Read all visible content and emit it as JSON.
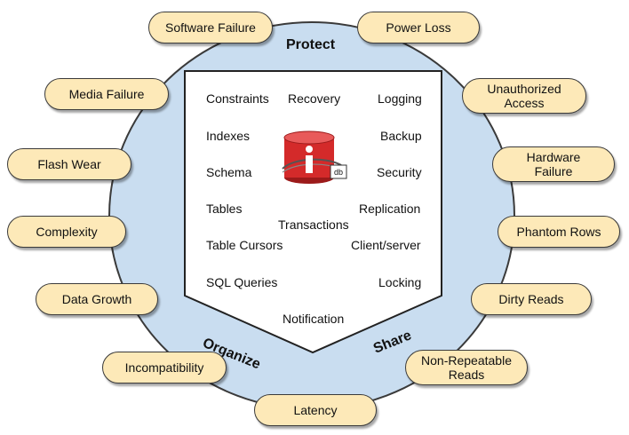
{
  "colors": {
    "circle_fill": "#c9ddf0",
    "circle_stroke": "#3a3a3a",
    "pill_fill": "#fde9b8",
    "shield_fill": "#ffffff",
    "logo_red": "#d42a2a"
  },
  "regions": {
    "protect": "Protect",
    "organize": "Organize",
    "share": "Share"
  },
  "logo": {
    "badge": "db",
    "icon": "database-logo-icon"
  },
  "features": {
    "constraints": "Constraints",
    "recovery": "Recovery",
    "logging": "Logging",
    "indexes": "Indexes",
    "backup": "Backup",
    "schema": "Schema",
    "security": "Security",
    "tables": "Tables",
    "replication": "Replication",
    "transactions": "Transactions",
    "table_cursors": "Table Cursors",
    "client_server": "Client/server",
    "sql_queries": "SQL Queries",
    "locking": "Locking",
    "notification": "Notification"
  },
  "threats": {
    "software_failure": "Software Failure",
    "power_loss": "Power Loss",
    "media_failure": "Media Failure",
    "unauthorized_access": "Unauthorized\nAccess",
    "flash_wear": "Flash Wear",
    "hardware_failure": "Hardware\nFailure",
    "complexity": "Complexity",
    "phantom_rows": "Phantom Rows",
    "data_growth": "Data Growth",
    "dirty_reads": "Dirty Reads",
    "incompatibility": "Incompatibility",
    "non_repeatable_reads": "Non-Repeatable\nReads",
    "latency": "Latency"
  }
}
